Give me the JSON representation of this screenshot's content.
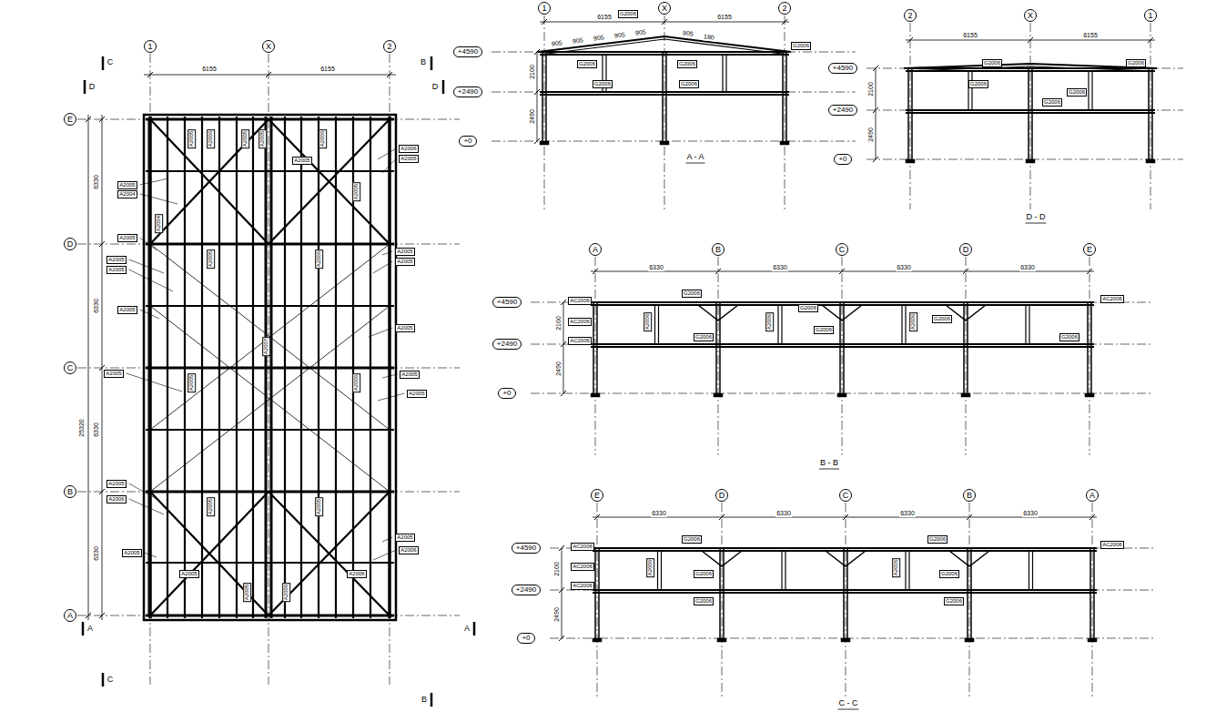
{
  "diagram": {
    "nodes": [
      {
        "text": [
          "1"
        ]
      },
      {
        "text": [
          "X"
        ]
      },
      {
        "text": [
          "2"
        ]
      },
      {
        "text": [
          "E"
        ]
      },
      {
        "text": [
          "D"
        ]
      },
      {
        "text": [
          "C"
        ]
      },
      {
        "text": [
          "B"
        ]
      },
      {
        "text": [
          "A"
        ]
      },
      {
        "text": [
          "1"
        ]
      },
      {
        "text": [
          "X"
        ]
      },
      {
        "text": [
          "2"
        ]
      },
      {
        "text": [
          "2"
        ]
      },
      {
        "text": [
          "X"
        ]
      },
      {
        "text": [
          "1"
        ]
      },
      {
        "text": [
          "A"
        ]
      },
      {
        "text": [
          "B"
        ]
      },
      {
        "text": [
          "C"
        ]
      },
      {
        "text": [
          "D"
        ]
      },
      {
        "text": [
          "E"
        ]
      },
      {
        "text": [
          "E"
        ]
      },
      {
        "text": [
          "D"
        ]
      },
      {
        "text": [
          "C"
        ]
      },
      {
        "text": [
          "B"
        ]
      },
      {
        "text": [
          "A"
        ]
      },
      {
        "text": [
          "+4590"
        ]
      },
      {
        "text": [
          "+2490"
        ]
      },
      {
        "text": [
          "+0"
        ]
      },
      {
        "text": [
          "+4590"
        ]
      },
      {
        "text": [
          "+2490"
        ]
      },
      {
        "text": [
          "+0"
        ]
      },
      {
        "text": [
          "+4590"
        ]
      },
      {
        "text": [
          "+2490"
        ]
      },
      {
        "text": [
          "+0"
        ]
      },
      {
        "text": [
          "+4590"
        ]
      },
      {
        "text": [
          "+2490"
        ]
      },
      {
        "text": [
          "+0"
        ]
      },
      {
        "text": [
          "A2005"
        ]
      },
      {
        "text": [
          "A2006"
        ]
      },
      {
        "text": [
          "A2005"
        ]
      },
      {
        "text": [
          "A2005"
        ]
      },
      {
        "text": [
          "A2006"
        ]
      },
      {
        "text": [
          "A2005"
        ]
      },
      {
        "text": [
          "A2004"
        ]
      },
      {
        "text": [
          "A2005"
        ]
      },
      {
        "text": [
          "A2006"
        ]
      },
      {
        "text": [
          "A2007"
        ]
      },
      {
        "text": [
          "A2005"
        ]
      },
      {
        "text": [
          "A2006"
        ]
      },
      {
        "text": [
          "A2005"
        ]
      },
      {
        "text": [
          "A2005"
        ]
      },
      {
        "text": [
          "A2006"
        ]
      },
      {
        "text": [
          "A2005"
        ]
      },
      {
        "text": [
          "A2005"
        ]
      },
      {
        "text": [
          "A2004"
        ]
      },
      {
        "text": [
          "A2005"
        ]
      },
      {
        "text": [
          "A2005"
        ]
      },
      {
        "text": [
          "A2005"
        ]
      },
      {
        "text": [
          "A2005"
        ]
      },
      {
        "text": [
          "A2005"
        ]
      },
      {
        "text": [
          "A2005"
        ]
      },
      {
        "text": [
          "A2006"
        ]
      },
      {
        "text": [
          "A2005"
        ]
      },
      {
        "text": [
          "A2006"
        ]
      },
      {
        "text": [
          "A2005"
        ]
      },
      {
        "text": [
          "A2005"
        ]
      },
      {
        "text": [
          "A2005"
        ]
      },
      {
        "text": [
          "A2005"
        ]
      },
      {
        "text": [
          "A2005"
        ]
      },
      {
        "text": [
          "A2005"
        ]
      },
      {
        "text": [
          "A2005"
        ]
      },
      {
        "text": [
          "A2006"
        ]
      },
      {
        "text": [
          "A2005"
        ]
      },
      {
        "text": [
          "A2005"
        ]
      },
      {
        "text": [
          "A2006"
        ]
      },
      {
        "text": [
          "G2006"
        ]
      },
      {
        "text": [
          "G2006"
        ]
      },
      {
        "text": [
          "G2006"
        ]
      },
      {
        "text": [
          "G2006"
        ]
      },
      {
        "text": [
          "G2006"
        ]
      },
      {
        "text": [
          "G2006"
        ]
      },
      {
        "text": [
          "G2006"
        ]
      },
      {
        "text": [
          "G2006"
        ]
      },
      {
        "text": [
          "G2006"
        ]
      },
      {
        "text": [
          "G2006"
        ]
      },
      {
        "text": [
          "G2006"
        ]
      },
      {
        "text": [
          "AC2006"
        ]
      },
      {
        "text": [
          "G2006"
        ]
      },
      {
        "text": [
          "G2006"
        ]
      },
      {
        "text": [
          "G2006"
        ]
      },
      {
        "text": [
          "AC2006"
        ]
      },
      {
        "text": [
          "G2006"
        ]
      },
      {
        "text": [
          "G2006"
        ]
      },
      {
        "text": [
          "AC2006"
        ]
      },
      {
        "text": [
          "AC2006"
        ]
      },
      {
        "text": [
          "G2006"
        ]
      },
      {
        "text": [
          "AC2006"
        ]
      },
      {
        "text": [
          "G2006"
        ]
      },
      {
        "text": [
          "G2006"
        ]
      },
      {
        "text": [
          "AC2006"
        ]
      },
      {
        "text": [
          "G2006"
        ]
      },
      {
        "text": [
          "G2006"
        ]
      },
      {
        "text": [
          "AC2006"
        ]
      },
      {
        "text": [
          "AC2006"
        ]
      },
      {
        "text": [
          "G2006"
        ]
      },
      {
        "text": [
          "G2006"
        ]
      },
      {
        "text": [
          "A2006"
        ]
      },
      {
        "text": [
          "A2006"
        ]
      },
      {
        "text": [
          "A2006"
        ]
      },
      {
        "text": [
          "A2006"
        ]
      },
      {
        "text": [
          "A2006"
        ]
      }
    ],
    "labels": [
      "6155",
      "6155",
      "6330",
      "6330",
      "6330",
      "6330",
      "25320",
      "C",
      "D",
      "B",
      "D",
      "A",
      "A",
      "C",
      "B",
      "6155",
      "6155",
      "905",
      "905",
      "905",
      "905",
      "905",
      "905",
      "180",
      "2100",
      "2490",
      "A - A",
      "6155",
      "6155",
      "2100",
      "2490",
      "D - D",
      "6330",
      "6330",
      "6330",
      "6330",
      "2100",
      "2490",
      "B - B",
      "6330",
      "6330",
      "6330",
      "6330",
      "2100",
      "2490",
      "C - C"
    ]
  }
}
